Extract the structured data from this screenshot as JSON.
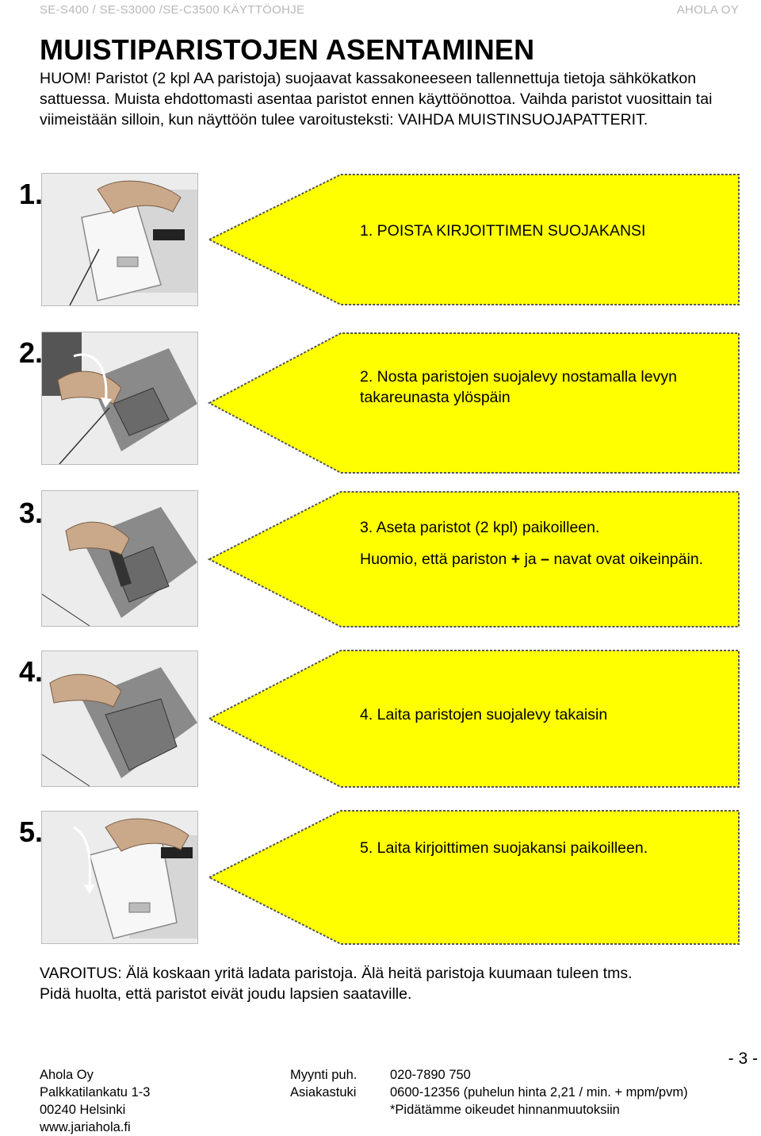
{
  "header": {
    "left": "SE-S400 / SE-S3000 /SE-C3500 KÄYTTÖOHJE",
    "right": "AHOLA OY"
  },
  "title": "MUISTIPARISTOJEN ASENTAMINEN",
  "intro": "HUOM! Paristot (2 kpl AA paristoja) suojaavat kassakoneeseen tallennettuja tietoja sähkökatkon sattuessa. Muista ehdottomasti asentaa paristot ennen käyttöönottoa. Vaihda paristot vuosittain tai viimeistään silloin, kun näyttöön tulee varoitusteksti: VAIHDA MUISTINSUOJAPATTERIT.",
  "steps": [
    {
      "number": "1.",
      "text": "1.  POISTA KIRJOITTIMEN SUOJAKANSI"
    },
    {
      "number": "2.",
      "text": "2. Nosta paristojen suojalevy nostamalla levyn takareunasta ylöspäin"
    },
    {
      "number": "3.",
      "text": "3. Aseta paristot (2 kpl) paikoilleen.",
      "note_pre": "Huomio, että pariston ",
      "note_plus": "+",
      "note_mid": " ja ",
      "note_minus": "–",
      "note_post": " navat ovat oikeinpäin."
    },
    {
      "number": "4.",
      "text": "4. Laita paristojen suojalevy takaisin"
    },
    {
      "number": "5.",
      "text": "5. Laita kirjoittimen suojakansi paikoilleen."
    }
  ],
  "warning": {
    "line1": "VAROITUS: Älä koskaan yritä ladata paristoja. Älä heitä paristoja kuumaan tuleen tms.",
    "line2": "Pidä huolta, että paristot eivät joudu lapsien saataville."
  },
  "footer": {
    "company": [
      "Ahola Oy",
      "Palkkatilankatu 1-3",
      "00240 Helsinki",
      "www.jariahola.fi"
    ],
    "contact_labels": [
      "Myynti puh.",
      "Asiakastuki"
    ],
    "contact_values": [
      "020-7890 750",
      "0600-12356 (puhelun hinta 2,21 / min. + mpm/pvm)",
      "*Pidätämme oikeudet hinnanmuutoksiin"
    ],
    "page": "- 3 -"
  },
  "colors": {
    "arrow_fill": "#ffff00",
    "arrow_border": "#555555",
    "header_text": "#b8b8b8"
  },
  "icons": [
    "left-arrow-callout",
    "cash-register-photo"
  ]
}
